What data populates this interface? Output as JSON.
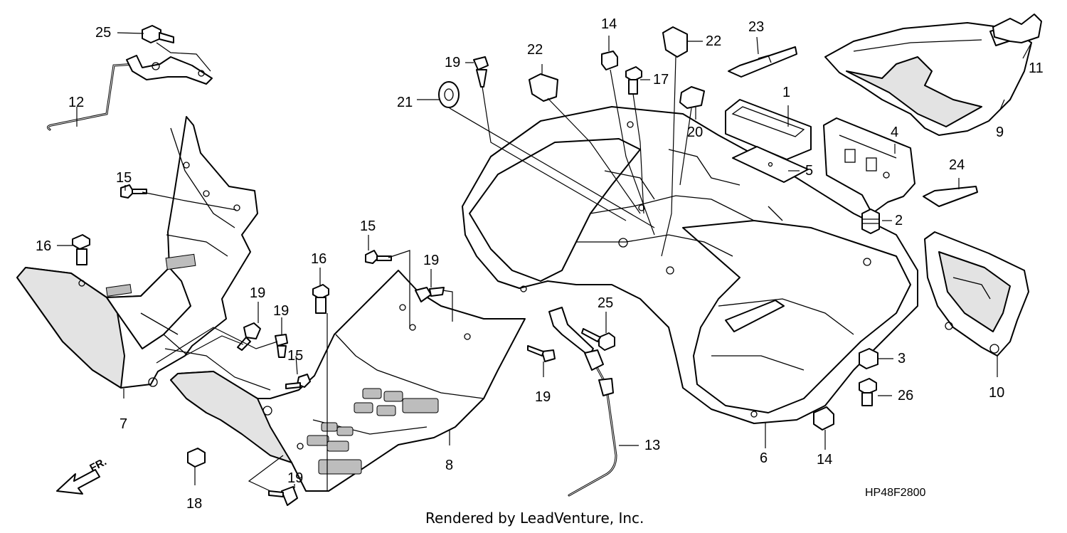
{
  "diagram": {
    "code": "HP48F2800",
    "credit": "Rendered by LeadVenture, Inc.",
    "direction_mark": "FR."
  },
  "callouts": [
    {
      "id": "c25a",
      "label": "25"
    },
    {
      "id": "c12",
      "label": "12"
    },
    {
      "id": "c15a",
      "label": "15"
    },
    {
      "id": "c16a",
      "label": "16"
    },
    {
      "id": "c7",
      "label": "7"
    },
    {
      "id": "c19a",
      "label": "19"
    },
    {
      "id": "c19b",
      "label": "19"
    },
    {
      "id": "c15b",
      "label": "15"
    },
    {
      "id": "c16b",
      "label": "16"
    },
    {
      "id": "c15c",
      "label": "15"
    },
    {
      "id": "c19c",
      "label": "19"
    },
    {
      "id": "c8",
      "label": "8"
    },
    {
      "id": "c18",
      "label": "18"
    },
    {
      "id": "c19d",
      "label": "19"
    },
    {
      "id": "c19e",
      "label": "19"
    },
    {
      "id": "c21",
      "label": "21"
    },
    {
      "id": "c22a",
      "label": "22"
    },
    {
      "id": "c14a",
      "label": "14"
    },
    {
      "id": "c17",
      "label": "17"
    },
    {
      "id": "c22b",
      "label": "22"
    },
    {
      "id": "c23",
      "label": "23"
    },
    {
      "id": "c20",
      "label": "20"
    },
    {
      "id": "c1",
      "label": "1"
    },
    {
      "id": "c5",
      "label": "5"
    },
    {
      "id": "c4",
      "label": "4"
    },
    {
      "id": "c9",
      "label": "9"
    },
    {
      "id": "c11",
      "label": "11"
    },
    {
      "id": "c24",
      "label": "24"
    },
    {
      "id": "c2",
      "label": "2"
    },
    {
      "id": "c25b",
      "label": "25"
    },
    {
      "id": "c19f",
      "label": "19"
    },
    {
      "id": "c13",
      "label": "13"
    },
    {
      "id": "c6",
      "label": "6"
    },
    {
      "id": "c14b",
      "label": "14"
    },
    {
      "id": "c3",
      "label": "3"
    },
    {
      "id": "c26",
      "label": "26"
    },
    {
      "id": "c10",
      "label": "10"
    }
  ]
}
